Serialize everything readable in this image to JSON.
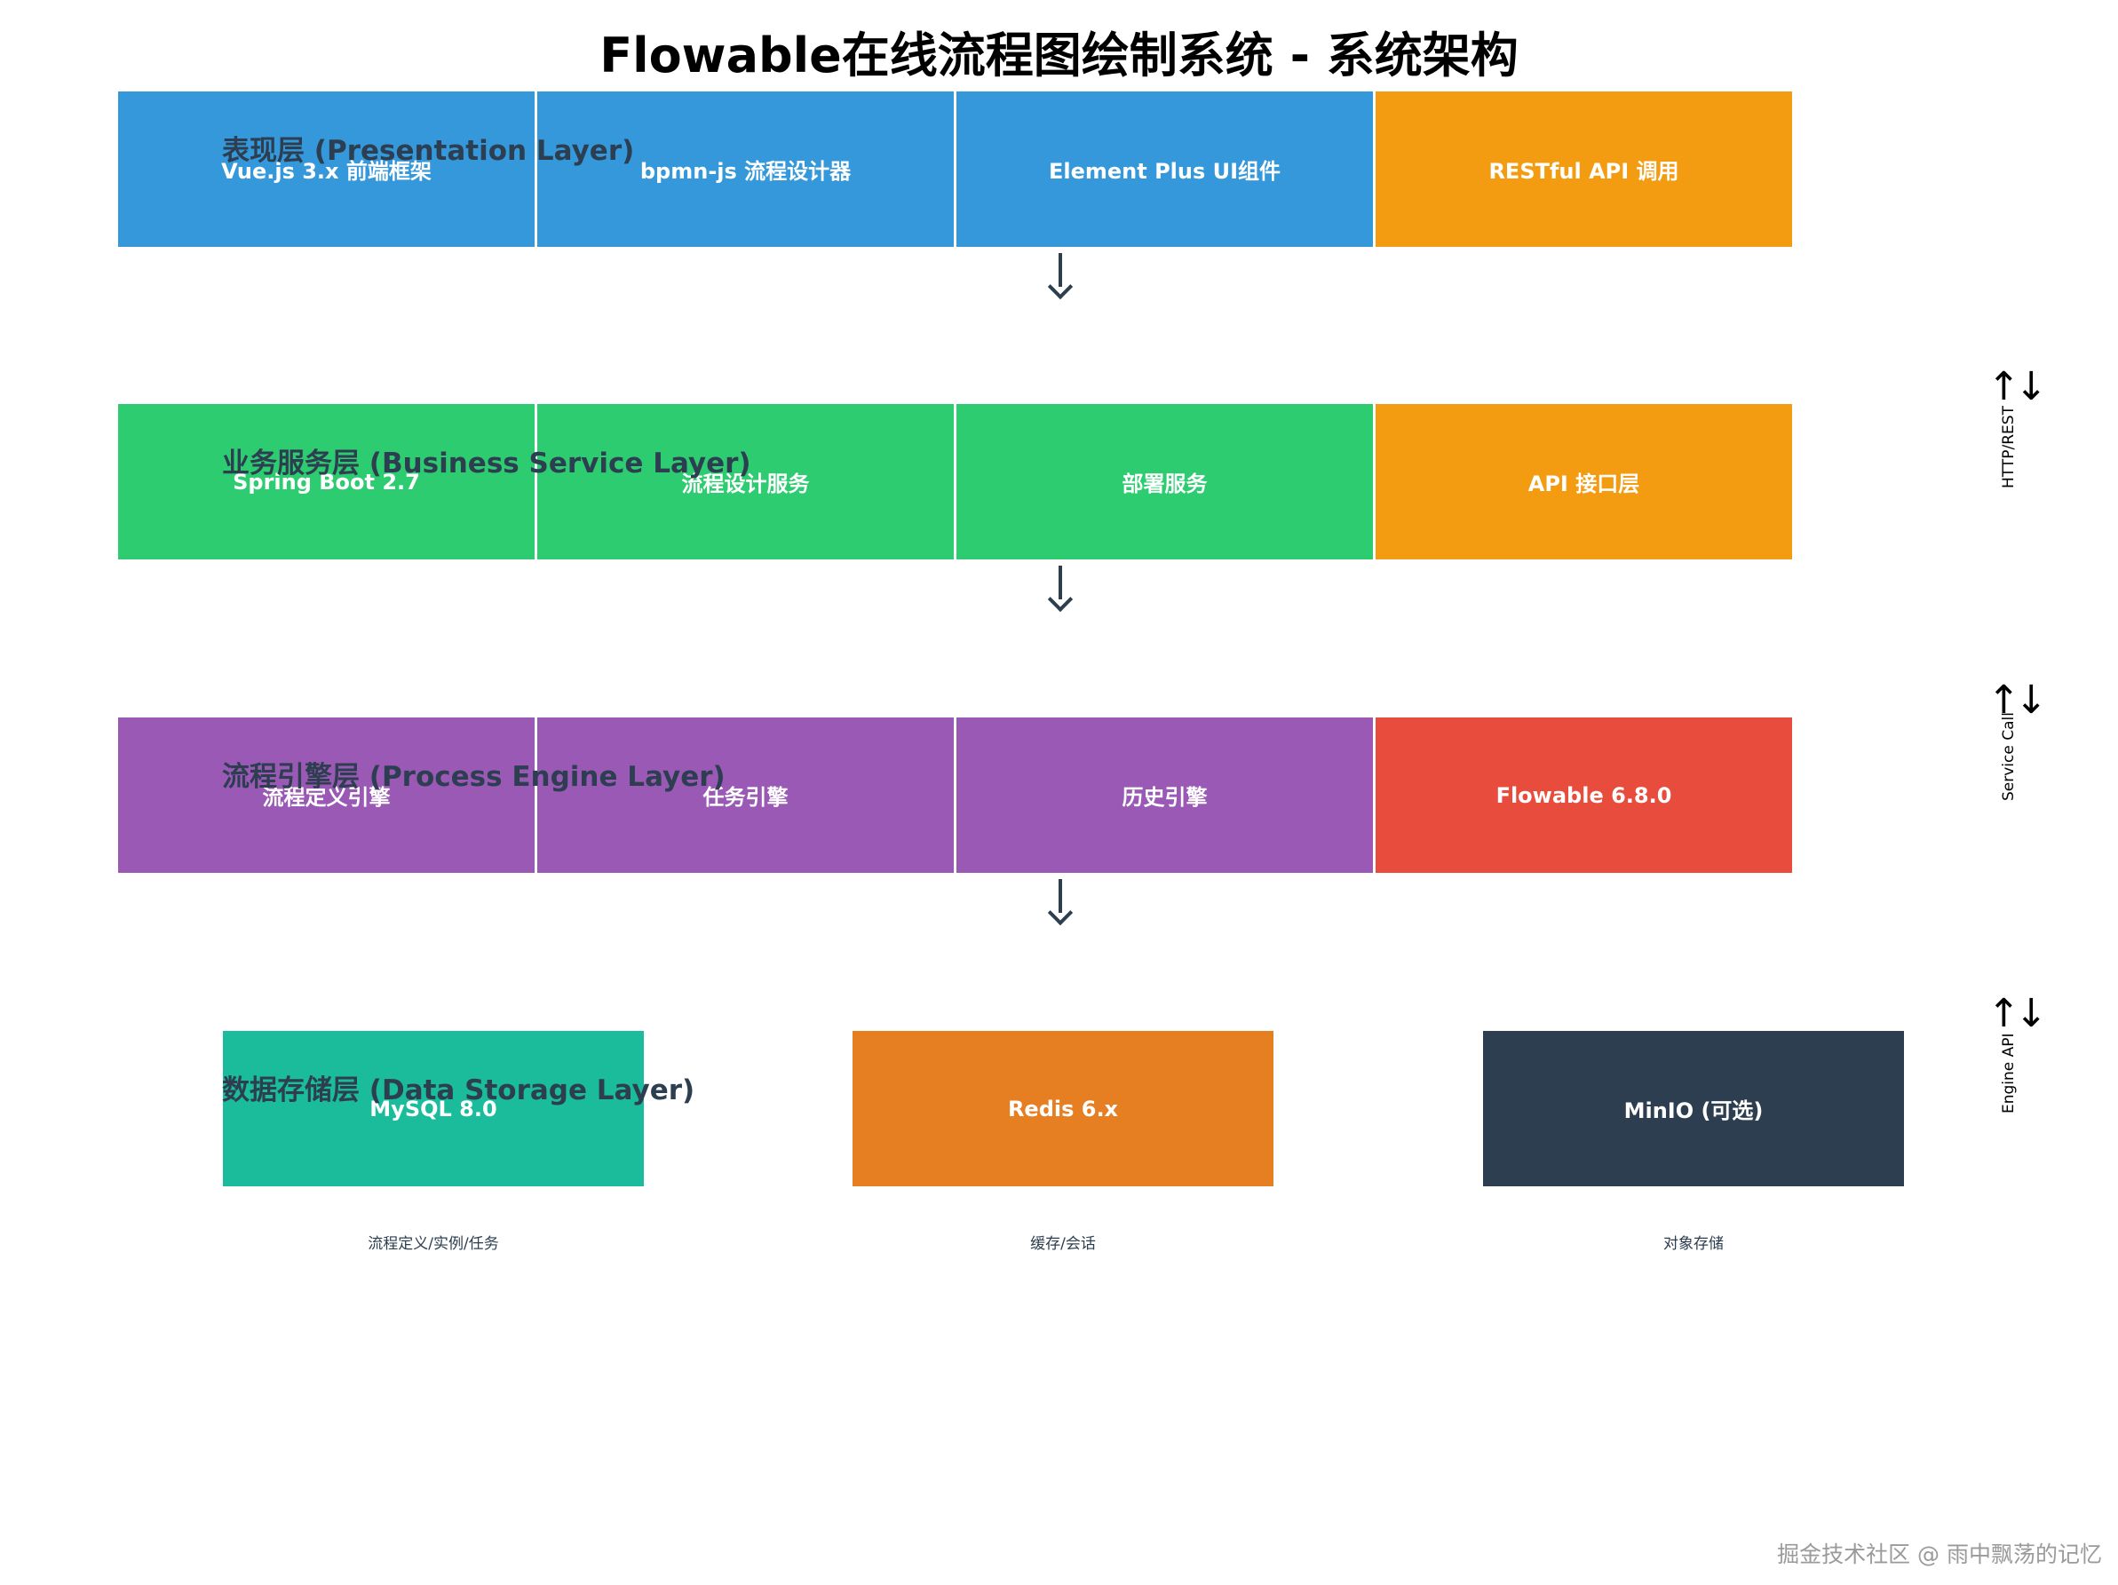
{
  "title": "Flowable在线流程图绘制系统 - 系统架构",
  "layers": [
    {
      "label": "表现层 (Presentation Layer)",
      "boxes": [
        {
          "text": "Vue.js 3.x 前端框架",
          "color": "#3498db"
        },
        {
          "text": "bpmn-js 流程设计器",
          "color": "#3498db"
        },
        {
          "text": "Element Plus UI组件",
          "color": "#3498db"
        },
        {
          "text": "RESTful API 调用",
          "color": "#f39c12"
        }
      ]
    },
    {
      "label": "业务服务层 (Business Service Layer)",
      "boxes": [
        {
          "text": "Spring Boot 2.7",
          "color": "#2ecc71"
        },
        {
          "text": "流程设计服务",
          "color": "#2ecc71"
        },
        {
          "text": "部署服务",
          "color": "#2ecc71"
        },
        {
          "text": "API 接口层",
          "color": "#f39c12"
        }
      ]
    },
    {
      "label": "流程引擎层 (Process Engine Layer)",
      "boxes": [
        {
          "text": "流程定义引擎",
          "color": "#9b59b6"
        },
        {
          "text": "任务引擎",
          "color": "#9b59b6"
        },
        {
          "text": "历史引擎",
          "color": "#9b59b6"
        },
        {
          "text": "Flowable 6.8.0",
          "color": "#e74c3c"
        }
      ]
    },
    {
      "label": "数据存储层 (Data Storage Layer)",
      "boxes": [
        {
          "text": "MySQL 8.0",
          "color": "#1abc9c",
          "note": "流程定义/实例/任务"
        },
        {
          "text": "Redis 6.x",
          "color": "#e67e22",
          "note": "缓存/会话"
        },
        {
          "text": "MinIO (可选)",
          "color": "#2c3e50",
          "note": "对象存储"
        }
      ]
    }
  ],
  "connections": [
    {
      "label": "HTTP/REST",
      "symbol": "↑↓"
    },
    {
      "label": "Service Call",
      "symbol": "↑↓"
    },
    {
      "label": "Engine API",
      "symbol": "↑↓"
    }
  ],
  "watermark": "掘金技术社区 @ 雨中飘荡的记忆"
}
